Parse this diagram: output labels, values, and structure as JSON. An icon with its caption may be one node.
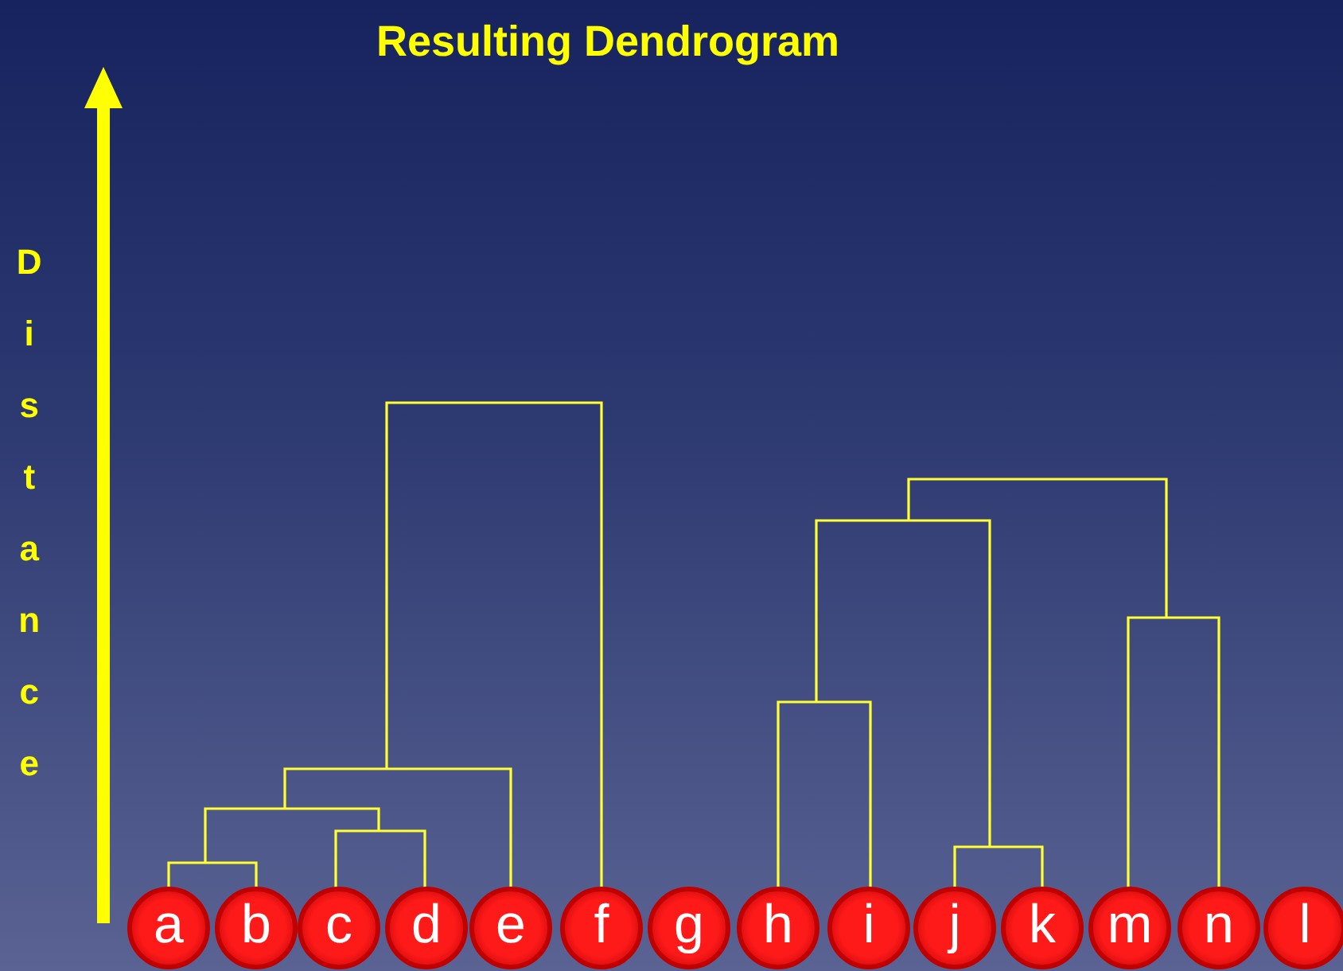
{
  "diagram": {
    "title": "Resulting Dendrogram",
    "nodes": [
      {
        "text": [
          "a"
        ]
      },
      {
        "text": [
          "b"
        ]
      },
      {
        "text": [
          "c"
        ]
      },
      {
        "text": [
          "d"
        ]
      },
      {
        "text": [
          "e"
        ]
      },
      {
        "text": [
          "f"
        ]
      },
      {
        "text": [
          "g"
        ]
      },
      {
        "text": [
          "h"
        ]
      },
      {
        "text": [
          "i"
        ]
      },
      {
        "text": [
          "j"
        ]
      },
      {
        "text": [
          "k"
        ]
      },
      {
        "text": [
          "m"
        ]
      },
      {
        "text": [
          "n"
        ]
      },
      {
        "text": [
          "l"
        ]
      }
    ],
    "labels": [
      "Distance"
    ]
  }
}
